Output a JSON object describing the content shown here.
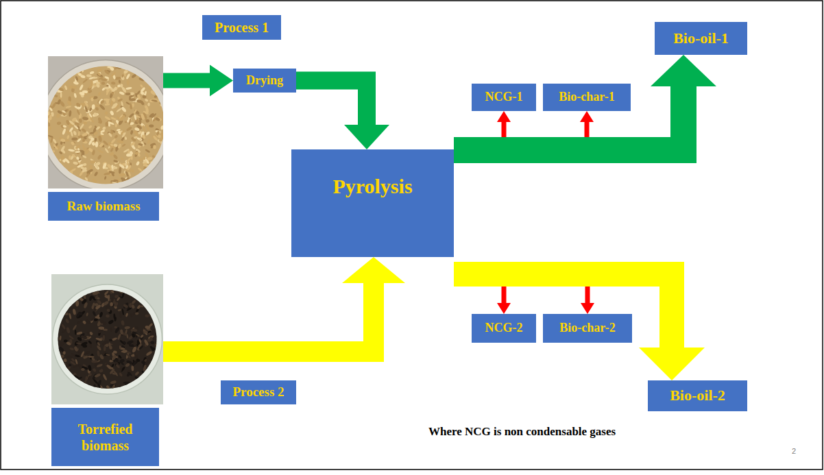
{
  "diagram": {
    "nodes": [
      {
        "text": [
          "Process 1"
        ]
      },
      {
        "text": [
          "Raw biomass"
        ]
      },
      {
        "text": [
          "Drying"
        ]
      },
      {
        "text": [
          "Pyrolysis"
        ]
      },
      {
        "text": [
          "NCG-1"
        ]
      },
      {
        "text": [
          "Bio-char-1"
        ]
      },
      {
        "text": [
          "Bio-oil-1"
        ]
      },
      {
        "text": [
          "Torrefied biomass"
        ]
      },
      {
        "text": [
          "Process 2"
        ]
      },
      {
        "text": [
          "NCG-2"
        ]
      },
      {
        "text": [
          "Bio-char-2"
        ]
      },
      {
        "text": [
          "Bio-oil-2"
        ]
      }
    ],
    "edges": [
      {
        "from": 1,
        "to": 2,
        "arrow": "to"
      },
      {
        "from": 2,
        "to": 3,
        "arrow": "to"
      },
      {
        "from": 3,
        "to": 4,
        "arrow": "to"
      },
      {
        "from": 3,
        "to": 5,
        "arrow": "to"
      },
      {
        "from": 3,
        "to": 6,
        "arrow": "to"
      },
      {
        "from": 7,
        "to": 3,
        "arrow": "to"
      },
      {
        "from": 3,
        "to": 9,
        "arrow": "to"
      },
      {
        "from": 3,
        "to": 10,
        "arrow": "to"
      },
      {
        "from": 3,
        "to": 11,
        "arrow": "to"
      }
    ],
    "labels": [
      "Where NCG is non condensable gases",
      "2"
    ]
  }
}
